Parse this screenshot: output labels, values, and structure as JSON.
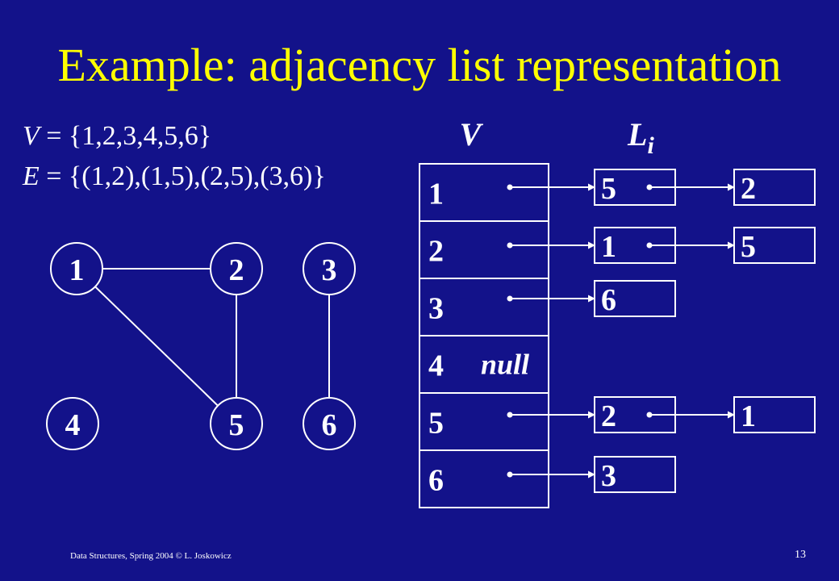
{
  "title": "Example: adjacency list representation",
  "vertex_set": {
    "var": "V",
    "eq": " = {1,2,3,4,5,6}"
  },
  "edge_set": {
    "var": "E",
    "eq": " = {(1,2),(1,5),(2,5),(3,6)}"
  },
  "graph": {
    "nodes": [
      "1",
      "2",
      "3",
      "4",
      "5",
      "6"
    ],
    "edges": [
      [
        "1",
        "2"
      ],
      [
        "1",
        "5"
      ],
      [
        "2",
        "5"
      ],
      [
        "3",
        "6"
      ]
    ]
  },
  "array_header": "V",
  "list_header": {
    "main": "L",
    "sub": "i"
  },
  "vertices": [
    "1",
    "2",
    "3",
    "4",
    "5",
    "6"
  ],
  "null_label": "null",
  "adjacency": [
    [
      "5",
      "2"
    ],
    [
      "1",
      "5"
    ],
    [
      "6"
    ],
    [],
    [
      "2",
      "1"
    ],
    [
      "3"
    ]
  ],
  "colors": {
    "background": "#13128a",
    "title": "#ffff00",
    "ink": "#ffffff"
  },
  "footer": {
    "credit": "Data Structures, Spring 2004 © L. Joskowicz",
    "page": "13"
  }
}
